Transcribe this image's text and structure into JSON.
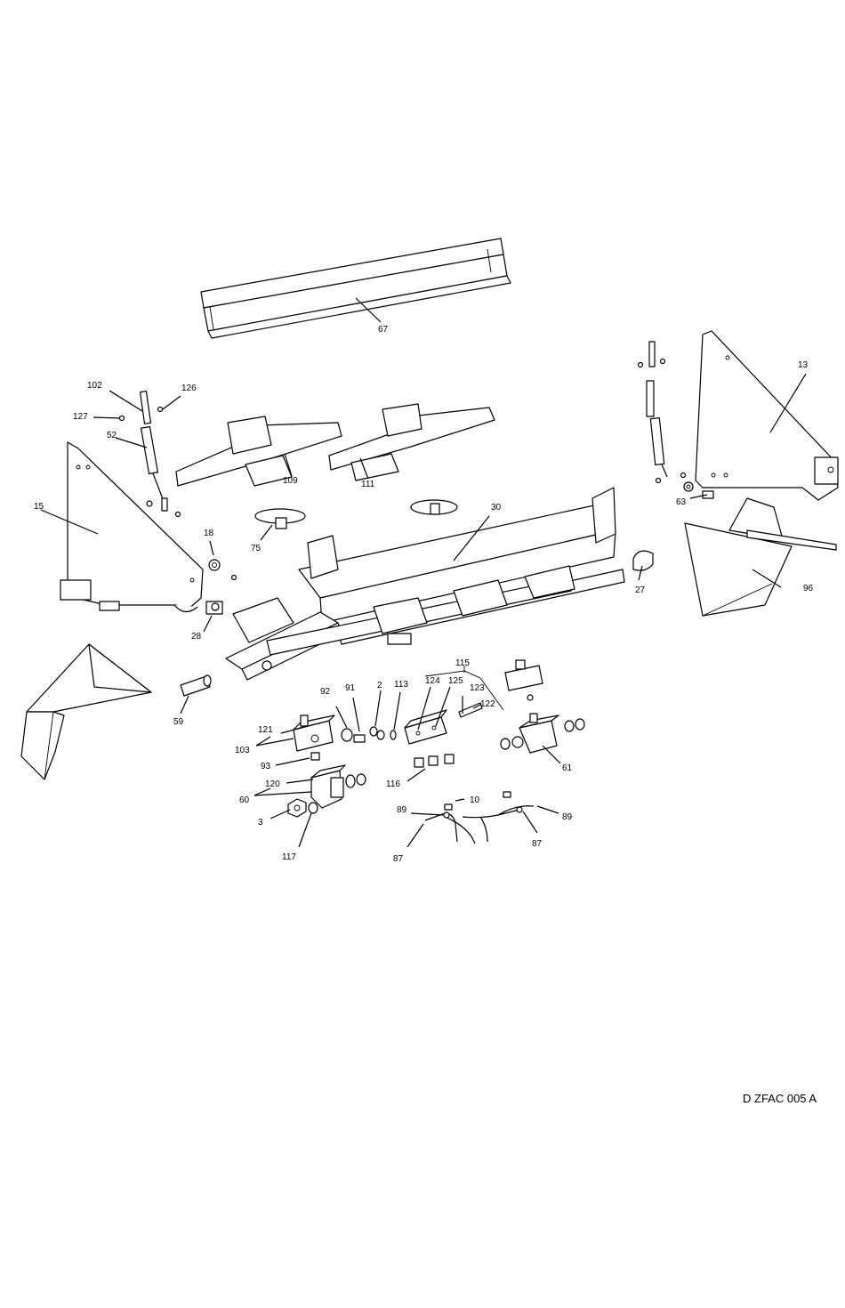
{
  "document_code": "D ZFAC 005 A",
  "part_labels": [
    {
      "id": "p67",
      "text": "67"
    },
    {
      "id": "p13",
      "text": "13"
    },
    {
      "id": "p102",
      "text": "102"
    },
    {
      "id": "p126",
      "text": "126"
    },
    {
      "id": "p127",
      "text": "127"
    },
    {
      "id": "p52",
      "text": "52"
    },
    {
      "id": "p109",
      "text": "109"
    },
    {
      "id": "p111",
      "text": "111"
    },
    {
      "id": "p15",
      "text": "15"
    },
    {
      "id": "p18",
      "text": "18"
    },
    {
      "id": "p75",
      "text": "75"
    },
    {
      "id": "p30",
      "text": "30"
    },
    {
      "id": "p63",
      "text": "63"
    },
    {
      "id": "p96",
      "text": "96"
    },
    {
      "id": "p27",
      "text": "27"
    },
    {
      "id": "p28",
      "text": "28"
    },
    {
      "id": "p115",
      "text": "115"
    },
    {
      "id": "p92",
      "text": "92"
    },
    {
      "id": "p91",
      "text": "91"
    },
    {
      "id": "p2",
      "text": "2"
    },
    {
      "id": "p113",
      "text": "113"
    },
    {
      "id": "p124",
      "text": "124"
    },
    {
      "id": "p125",
      "text": "125"
    },
    {
      "id": "p123",
      "text": "123"
    },
    {
      "id": "p122",
      "text": "122"
    },
    {
      "id": "p59",
      "text": "59"
    },
    {
      "id": "p121",
      "text": "121"
    },
    {
      "id": "p103",
      "text": "103"
    },
    {
      "id": "p93",
      "text": "93"
    },
    {
      "id": "p120",
      "text": "120"
    },
    {
      "id": "p60",
      "text": "60"
    },
    {
      "id": "p3",
      "text": "3"
    },
    {
      "id": "p117",
      "text": "117"
    },
    {
      "id": "p116",
      "text": "116"
    },
    {
      "id": "p10",
      "text": "10"
    },
    {
      "id": "p89a",
      "text": "89"
    },
    {
      "id": "p89b",
      "text": "89"
    },
    {
      "id": "p87a",
      "text": "87"
    },
    {
      "id": "p87b",
      "text": "87"
    },
    {
      "id": "p61",
      "text": "61"
    }
  ]
}
